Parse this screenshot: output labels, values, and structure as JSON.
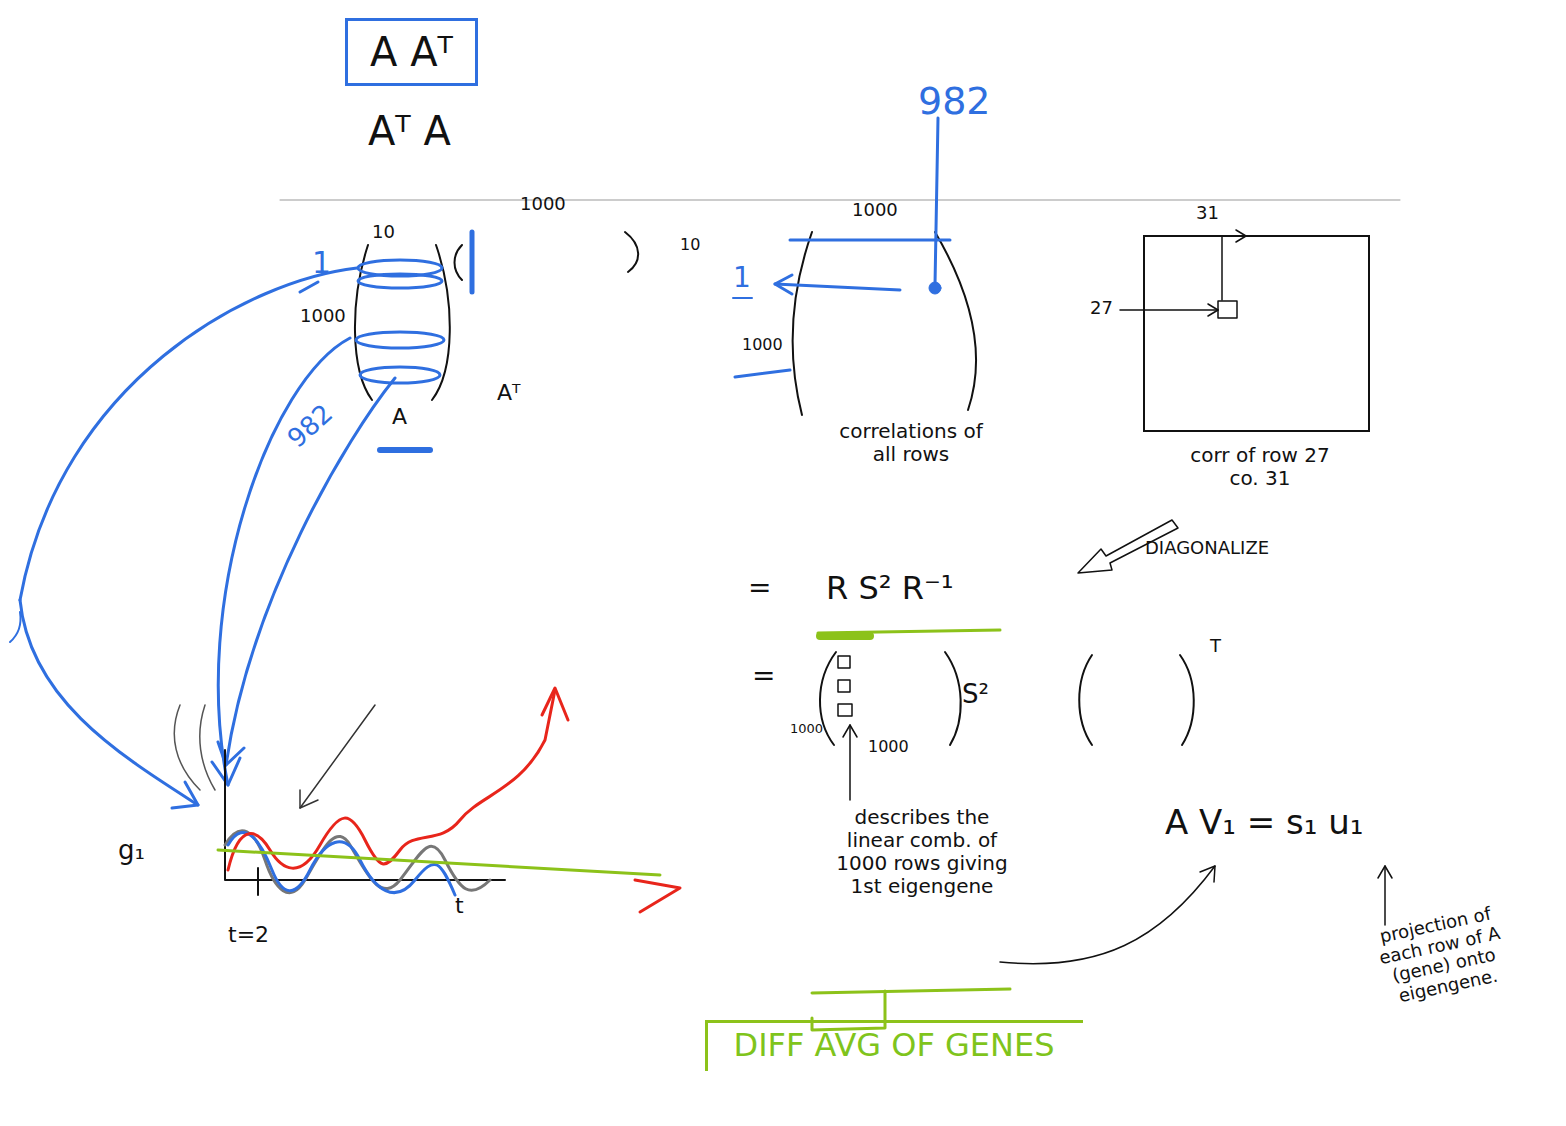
{
  "diagram": {
    "nodes": [
      {
        "text": [
          "A Aᵀ"
        ]
      },
      {
        "text": [
          "corr of row 27 co. 31"
        ]
      },
      {
        "text": [
          "DIFF AVG OF GENES"
        ]
      }
    ],
    "labels": [
      "Aᵀ A",
      "10",
      "1000",
      "10",
      "1000",
      "A",
      "Aᵀ",
      "982",
      "1",
      "982",
      "1000",
      "1",
      "1000",
      "correlations of all rows",
      "31",
      "27",
      "DIAGONALIZE",
      "=",
      "R S² R⁻¹",
      "=",
      "S²",
      "T",
      "1000",
      "1000",
      "describes the linear comb. of 1000 rows giving 1st eigengene",
      "A V₁ = s₁ u₁",
      "projection of each row of A (gene) onto eigengene.",
      "g₁",
      "t=2",
      "t"
    ]
  }
}
